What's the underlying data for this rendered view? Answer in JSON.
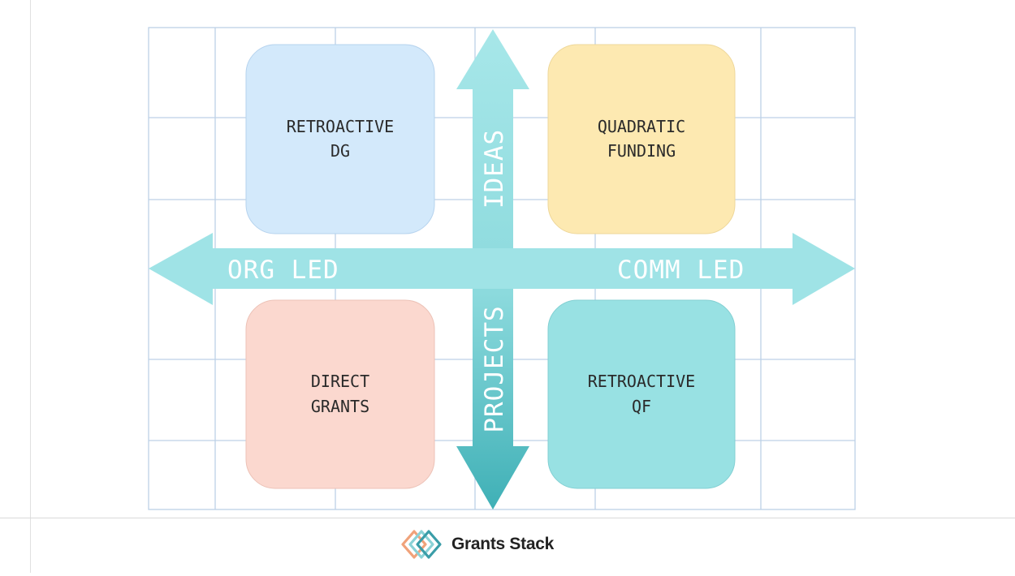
{
  "diagram": {
    "axes": {
      "left": "ORG LED",
      "right": "COMM LED",
      "up": "IDEAS",
      "down": "PROJECTS"
    },
    "quadrants": [
      {
        "lines": [
          "RETROACTIVE",
          "DG"
        ],
        "color": "#d3e9fb"
      },
      {
        "lines": [
          "QUADRATIC",
          "FUNDING"
        ],
        "color": "#fde9b1"
      },
      {
        "lines": [
          "DIRECT",
          "GRANTS"
        ],
        "color": "#fbd8cf"
      },
      {
        "lines": [
          "RETROACTIVE",
          "QF"
        ],
        "color": "#98e1e3"
      }
    ],
    "arrow_color": "#9fe3e6",
    "grid_color": "#bdd1e6"
  },
  "footer": {
    "brand": "Grants Stack",
    "brand_colors": [
      "#f0a27a",
      "#8ad2d6",
      "#3a9da8"
    ]
  }
}
